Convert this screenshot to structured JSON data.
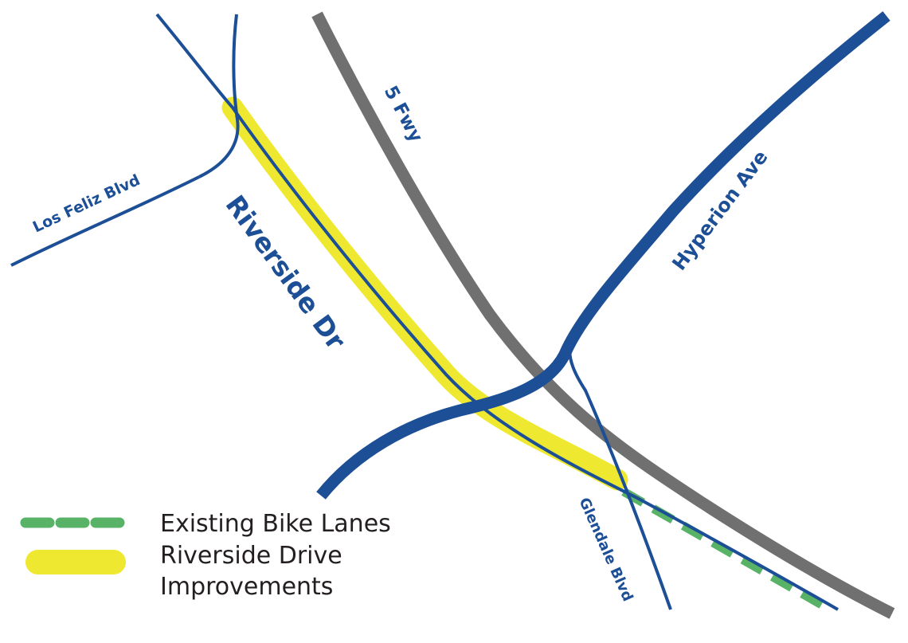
{
  "colors": {
    "background": "#ffffff",
    "road_blue": "#1c4f96",
    "freeway_gray": "#707070",
    "improvement_yellow": "#eee930",
    "bike_lane_green": "#58b367",
    "legend_text": "#231f20"
  },
  "streets": {
    "riverside_dr": "Riverside Dr",
    "freeway_5": "5 Fwy",
    "hyperion_ave": "Hyperion Ave",
    "los_feliz_blvd": "Los Feliz Blvd",
    "glendale_blvd": "Glendale Blvd"
  },
  "legend": {
    "existing_bike_lanes": "Existing Bike Lanes",
    "improvements_line1": "Riverside Drive",
    "improvements_line2": "Improvements"
  }
}
